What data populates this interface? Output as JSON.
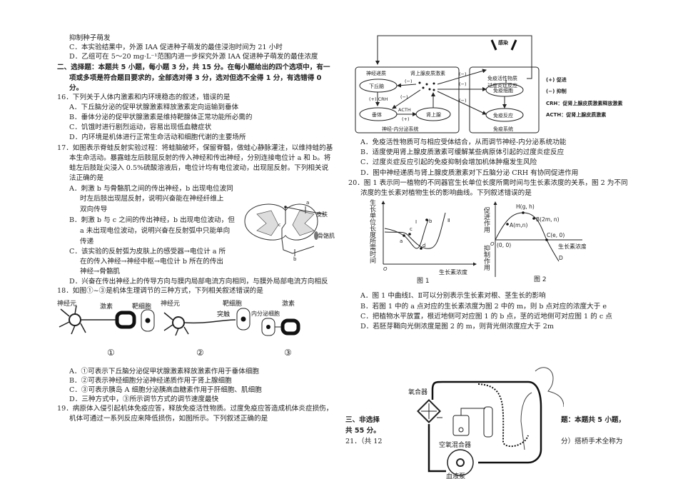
{
  "left": {
    "q15_tail": [
      "抑制种子萌发",
      "C．本实验结果中，外源 IAA 促进种子萌发的最佳浸泡时间为 21 小时",
      "D．乙组可在 5～20 mg·L⁻¹范围内进一步探究外源 IAA 促进种子萌发的最佳浓度"
    ],
    "section2": [
      "二、选择题：本题共 5 小题，每小题 3 分，共 15 分。在每小题给出的四个选项中，有一",
      "项或多项是符合题目要求的，全部选对得 3 分，选对但选不全得 1 分，有选错得 0",
      "分。"
    ],
    "q16": [
      "16．下列关于人体内激素和内环境稳态的叙述，错误的是",
      "A．下丘脑分泌的促甲状腺激素释放激素定向运输到垂体",
      "B．垂体分泌的促甲状腺激素是维持靶腺体正常功能所必需的",
      "C．饥饿时进行剧烈运动，容易出现低血糖症状",
      "D．内环境是机体进行正常生命活动和细胞代谢的主要场所"
    ],
    "q17": [
      "17．如图表示脊蛙反射实验过程：将蛙脑破坏，保留脊髓，做蛙心静脉灌注，以维持蛙的基",
      "本生命活动。暴露蛙左后肢屈反射的传入神经和传出神经，分别连接电位计 a 和 b。将",
      "蛙左后肢趾尖浸入 0.5%硫酸溶液后，电位计均有电位波动，出现屈反射。下列相关说",
      "法正确的是",
      "A．刺激 b 与骨骼肌之间的传出神经，b 出现电位波同",
      "时左后肢出现屈反射，说明兴奋能在神经纤维上",
      "双向传导",
      "B．刺激 b 与 c 之间的传出神经，b 出现电位波动，但",
      "a 未出现电位波动，说明兴奋在反射弧中只能单向",
      "传递",
      "C．该实验的反射弧为皮肤上的感受器→电位计 a 所",
      "在的传入神经→神经中枢→电位计 b 所在的传出",
      "神经→骨骼肌",
      "D．兴奋在传出神经上的传导方向与膜内局部电流方向相同，与膜外局部电流方向相反"
    ],
    "q17_fig": {
      "a": "a",
      "b": "b",
      "c": "c",
      "skin": "皮肤",
      "muscle": "骨骼肌"
    },
    "q18": [
      "18．如图①~③是机体生理调节的三种方式，下列相关叙述错误的是",
      "A．①可表示下丘脑分泌促甲状腺激素释放激素作用于垂体细胞",
      "B．②可表示神经细胞分泌神经递质作用于肾上腺细胞",
      "C．③可表示胰岛 A 细胞分泌胰高血糖素作用于肝细胞、肌细胞",
      "D．三种方式中，③所示调节方式的调节速度最快"
    ],
    "q18_fig": {
      "neuron": "神经元",
      "hormone": "激素",
      "target": "靶细胞",
      "synapse": "突触",
      "endocrine": "内分泌细胞",
      "n1": "①",
      "n2": "②",
      "n3": "③"
    },
    "q19": [
      "19．病原体入侵引起机体免疫应答，释放免疫活性物质。过度免疫应答造成机体炎症损伤，",
      "机体可通过一系列反应来降低损伤，如图所示。下列叙述正确的是"
    ]
  },
  "right": {
    "q19_fig": {
      "infection": "感染",
      "immune_active": "免疫活性物质",
      "neurotrans": "神经递质",
      "cortisol": "肾上腺皮质激素",
      "inflam": "过度炎症反应",
      "hypothal": "下丘脑",
      "crh": "(+) CRH",
      "pituitary": "垂体",
      "acth": "ACTH",
      "plus": "(+)",
      "adrenal": "肾上腺",
      "minus": "(−)",
      "immune_cell": "免疫细胞",
      "immune_resp": "免疫反应",
      "ne_system": "神经-内分泌系统",
      "im_system": "免疫系统",
      "legend": [
        "(+) 促进",
        "(−) 抑制",
        "CRH：促肾上腺皮质激素释放激素",
        "ACTH：促肾上腺皮质激素"
      ]
    },
    "q19_opts": [
      "A．免疫活性物质可与相应受体结合，从而调节神经-内分泌系统功能",
      "B．适度使用肾上腺皮质激素可缓解某些病原体引起的过度炎症反应",
      "C．过度炎症反应引起的免疫抑制会增加机体肿瘤发生风险",
      "D．图中神经递质与肾上腺皮质激素对下丘脑分泌 CRH 有协同促进作用"
    ],
    "q20": [
      "20．图 1 表示同一植物的不同器官生长单位长度所需时间与生长素浓度的关系，图 2 为不同",
      "浓度的生长素对植物生长的影响曲线。下列叙述错误的是"
    ],
    "fig1": {
      "ylabel": "生长单位长度所需时间",
      "xlabel": "生长素浓度",
      "origin": "O",
      "I": "I",
      "II": "Ⅱ",
      "a": "a",
      "b": "b",
      "c": "c",
      "d": "d",
      "caption": "图 1"
    },
    "fig2": {
      "ylabel_up": "促进作用",
      "ylabel_down": "抑制作用",
      "xlabel": "生长素浓度",
      "origin": "O",
      "H": "H(g, h)",
      "A": "A(m,n)",
      "B": "B(2m, n)",
      "C": "C(e, 0)",
      "zero": "(0, 0)",
      "D": "D",
      "caption": "图 2"
    },
    "q20_opts": [
      "A．图 1 中曲线Ⅰ、Ⅱ可以分别表示生长素对根、茎生长的影响",
      "B．若图 1 中的 a 点对应的生长素浓度为图 2 中的 m，则 b 点对应的浓度大于 e",
      "C．把植物水平放置，根近地侧可对应图 1 的 b 点，茎的近地侧可对应图 1 的 c 点",
      "D．若胚芽鞘向光侧浓度是图 2 的 m，则背光侧浓度应大于 2m"
    ],
    "fig21": {
      "oxygenator": "氧合器",
      "mixer": "空氧混合器",
      "pump": "血液泵"
    },
    "section3_left": [
      "三、非选择",
      "共 55 分。",
      "21．（共 12"
    ],
    "section3_right": [
      "题：本题共 5 小题，",
      "分）搭桥手术全称为"
    ]
  }
}
